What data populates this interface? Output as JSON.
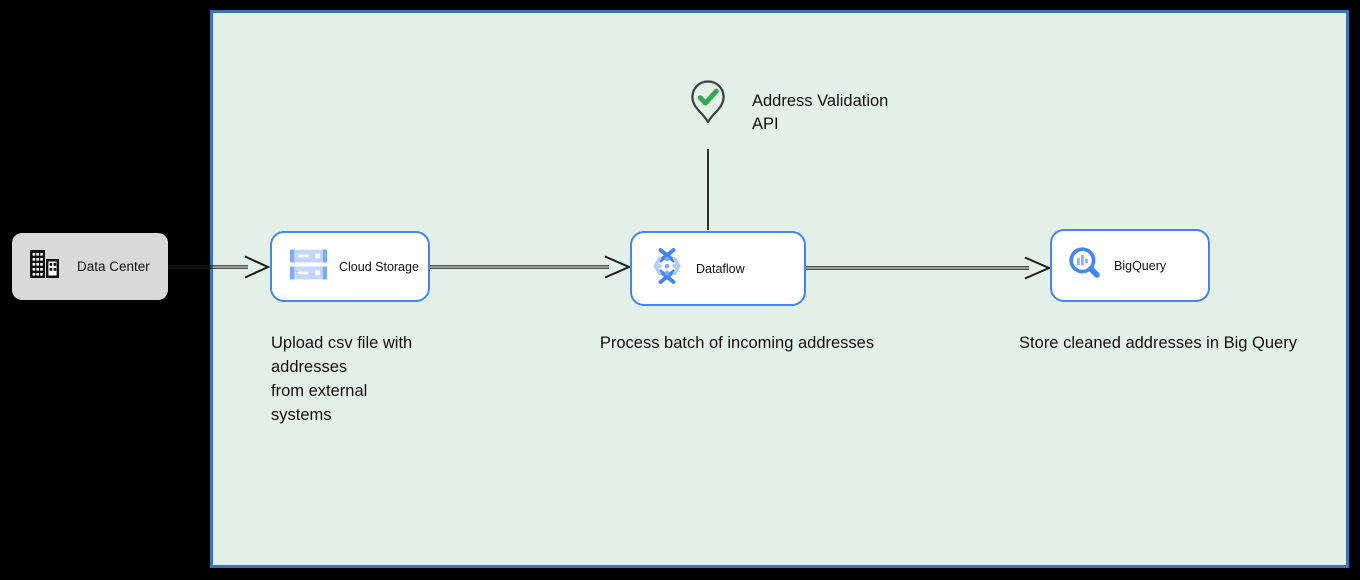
{
  "colors": {
    "accent-blue": "#4285f4",
    "icon-blue-light": "#aecbfa",
    "icon-blue-mid": "#7baaf7",
    "check-green": "#34a853",
    "pin-outline": "#3c4043",
    "panel-fill": "#e2f0e8",
    "panel-border": "#3a76b5",
    "node-gray": "#d9d9d9",
    "edge-black": "#1b1b1b"
  },
  "nodes": [
    {
      "id": "data-center",
      "label": "Data Center",
      "icon": "building-icon"
    },
    {
      "id": "cloud-storage",
      "label": "Cloud Storage",
      "icon": "cloud-storage-icon"
    },
    {
      "id": "dataflow",
      "label": "Dataflow",
      "icon": "dataflow-icon"
    },
    {
      "id": "bigquery",
      "label": "BigQuery",
      "icon": "bigquery-icon"
    },
    {
      "id": "address-validation-api",
      "label": "Address Validation\nAPI",
      "icon": "map-pin-check-icon"
    }
  ],
  "edges": [
    {
      "from": "data-center",
      "to": "cloud-storage",
      "style": "double-line-open-arrow"
    },
    {
      "from": "cloud-storage",
      "to": "dataflow",
      "style": "double-line-open-arrow"
    },
    {
      "from": "dataflow",
      "to": "bigquery",
      "style": "double-line-open-arrow"
    },
    {
      "from": "address-validation-api",
      "to": "dataflow",
      "style": "plain-line"
    }
  ],
  "annotations": [
    {
      "id": "upload-note",
      "text": "Upload csv file with\naddresses\nfrom external\nsystems"
    },
    {
      "id": "process-note",
      "text": "Process batch of incoming addresses"
    },
    {
      "id": "store-note",
      "text": "Store cleaned addresses in Big Query"
    }
  ]
}
